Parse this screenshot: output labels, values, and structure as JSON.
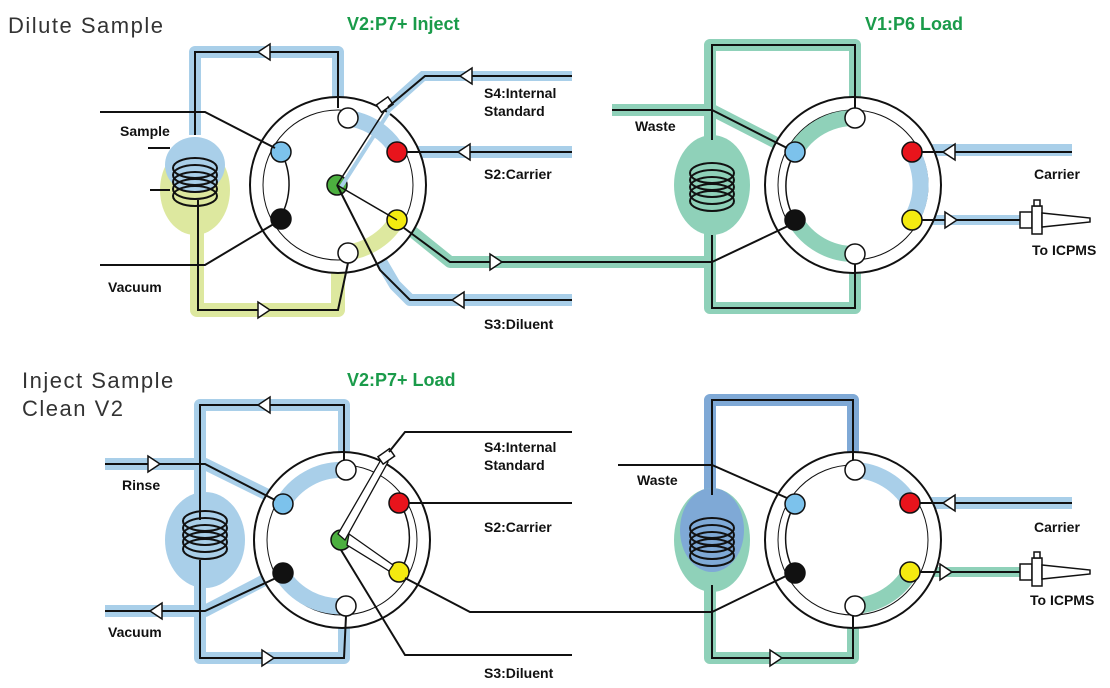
{
  "colors": {
    "blue": "#a9cfe9",
    "blue_dark": "#7fa9d6",
    "green": "#8fd1b9",
    "yellow": "#dde89f",
    "title_green": "#1a9b4a",
    "port_red": "#e8141c",
    "port_yellow": "#f4ea10",
    "port_blue": "#7cc2ec",
    "port_green": "#4caf3f",
    "port_black": "#111111"
  },
  "panels": {
    "top": {
      "heading": "Dilute Sample",
      "v2_title": "V2:P7+ Inject",
      "v1_title": "V1:P6 Load",
      "sample_label": "Sample",
      "vacuum_label": "Vacuum",
      "s4_label_1": "S4:Internal",
      "s4_label_2": "Standard",
      "s2_label": "S2:Carrier",
      "s3_label": "S3:Diluent",
      "waste_label": "Waste",
      "carrier_label": "Carrier",
      "icpms_label": "To ICPMS"
    },
    "bottom": {
      "heading_1": "Inject Sample",
      "heading_2": "Clean V2",
      "v2_title": "V2:P7+ Load",
      "rinse_label": "Rinse",
      "vacuum_label": "Vacuum",
      "s4_label_1": "S4:Internal",
      "s4_label_2": "Standard",
      "s2_label": "S2:Carrier",
      "s3_label": "S3:Diluent",
      "waste_label": "Waste",
      "carrier_label": "Carrier",
      "icpms_label": "To ICPMS"
    }
  }
}
